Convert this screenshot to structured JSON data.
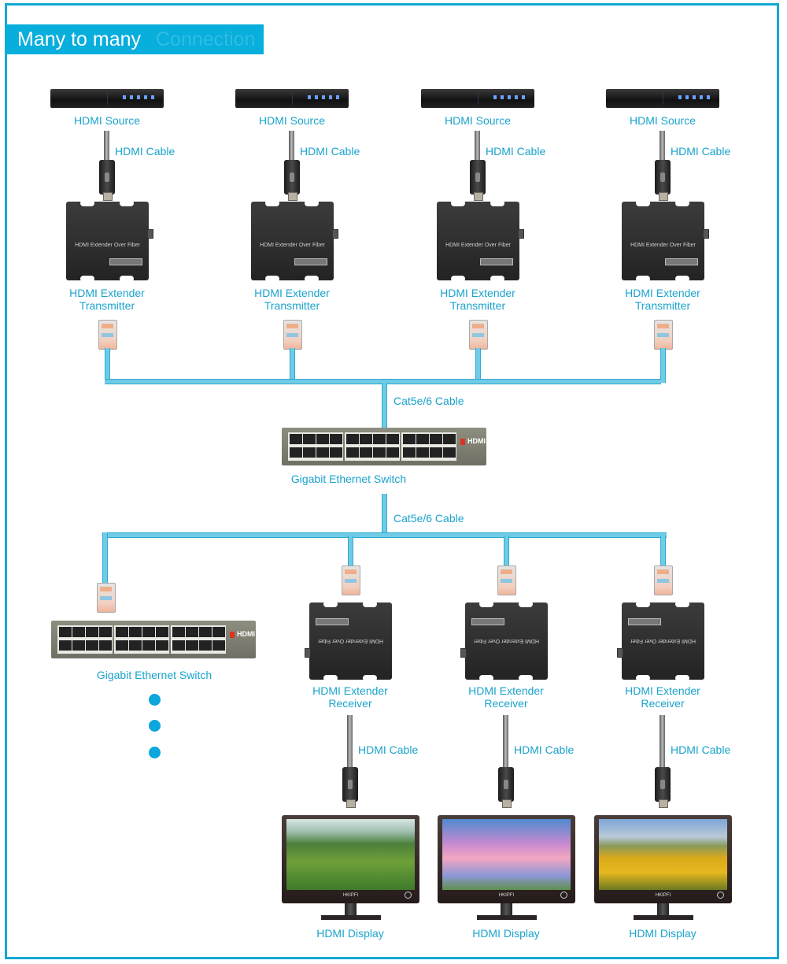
{
  "diagram": {
    "title": "Many to many",
    "title_ghost": "Connection",
    "colors": {
      "accent": "#08aedc",
      "label": "#1aa3cc",
      "cable": "#6fcbe6"
    },
    "sources": [
      {
        "device": "HDMI Source",
        "cable": "HDMI Cable",
        "ext_line1": "HDMI Extender",
        "ext_line2": "Transmitter",
        "panel_text": "HDMI Extender Over Fiber"
      },
      {
        "device": "HDMI Source",
        "cable": "HDMI Cable",
        "ext_line1": "HDMI Extender",
        "ext_line2": "Transmitter",
        "panel_text": "HDMI Extender Over Fiber"
      },
      {
        "device": "HDMI Source",
        "cable": "HDMI Cable",
        "ext_line1": "HDMI Extender",
        "ext_line2": "Transmitter",
        "panel_text": "HDMI Extender Over Fiber"
      },
      {
        "device": "HDMI Source",
        "cable": "HDMI Cable",
        "ext_line1": "HDMI Extender",
        "ext_line2": "Transmitter",
        "panel_text": "HDMI Extender Over Fiber"
      }
    ],
    "upper_cable": "Cat5e/6 Cable",
    "switch_main": "Gigabit Ethernet Switch",
    "lower_cable": "Cat5e/6 Cable",
    "switch_secondary": "Gigabit Ethernet Switch",
    "switch_logo": "HDMI",
    "receivers": [
      {
        "ext_line1": "HDMI Extender",
        "ext_line2": "Receiver",
        "cable": "HDMI Cable",
        "display": "HDMI Display",
        "panel_text": "HDMI Extender Over Fiber"
      },
      {
        "ext_line1": "HDMI Extender",
        "ext_line2": "Receiver",
        "cable": "HDMI Cable",
        "display": "HDMI Display",
        "panel_text": "HDMI Extender Over Fiber"
      },
      {
        "ext_line1": "HDMI Extender",
        "ext_line2": "Receiver",
        "cable": "HDMI Cable",
        "display": "HDMI Display",
        "panel_text": "HDMI Extender Over Fiber"
      }
    ],
    "monitor_brand": "HKIPFI",
    "continuation_dots": 3
  }
}
